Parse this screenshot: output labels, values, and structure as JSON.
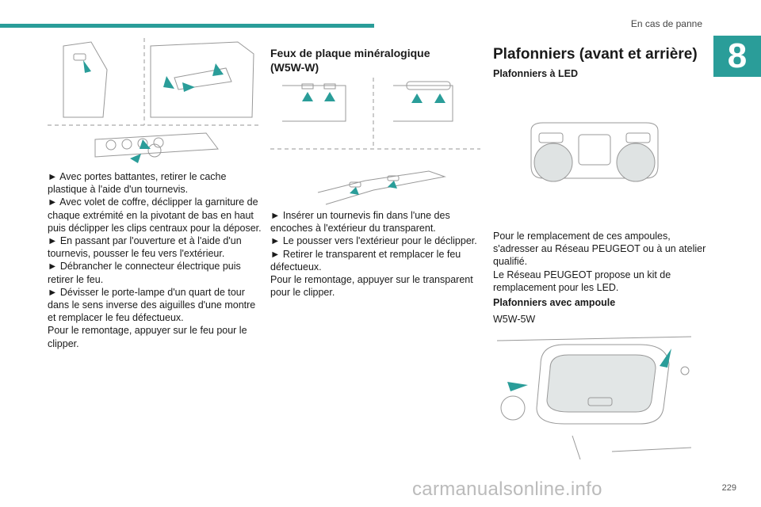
{
  "header": {
    "section_title": "En cas de panne",
    "chapter_number": "8"
  },
  "col1": {
    "instructions": [
      "► Avec portes battantes, retirer le cache plastique à l'aide d'un tournevis.",
      "► Avec volet de coffre, déclipper la garniture de chaque extrémité en la pivotant de bas en haut puis déclipper les clips centraux pour la déposer.",
      "► En passant par l'ouverture et à l'aide d'un tournevis, pousser le feu vers l'extérieur.",
      "► Débrancher le connecteur électrique puis retirer le feu.",
      "► Dévisser le porte-lampe d'un quart de tour dans le sens inverse des aiguilles d'une montre et remplacer le feu défectueux.",
      "Pour le remontage, appuyer sur le feu pour le clipper."
    ]
  },
  "col2": {
    "title": "Feux de plaque minéralogique (W5W-W)",
    "instructions": [
      "► Insérer un tournevis fin dans l'une des encoches à l'extérieur du transparent.",
      "► Le pousser vers l'extérieur pour le déclipper.",
      "► Retirer le transparent et remplacer le feu défectueux.",
      "Pour le remontage, appuyer sur le transparent pour le clipper."
    ]
  },
  "col3": {
    "title": "Plafonniers (avant et arrière)",
    "led_heading": "Plafonniers à LED",
    "led_text": [
      "Pour le remplacement de ces ampoules, s'adresser au Réseau PEUGEOT ou à un atelier qualifié.",
      "Le Réseau PEUGEOT propose un kit de remplacement pour les LED."
    ],
    "bulb_heading": "Plafonniers avec ampoule",
    "bulb_type": "W5W-5W"
  },
  "footer": {
    "page_number": "229",
    "watermark": "carmanualsonline.info"
  },
  "colors": {
    "accent": "#2a9d99"
  }
}
